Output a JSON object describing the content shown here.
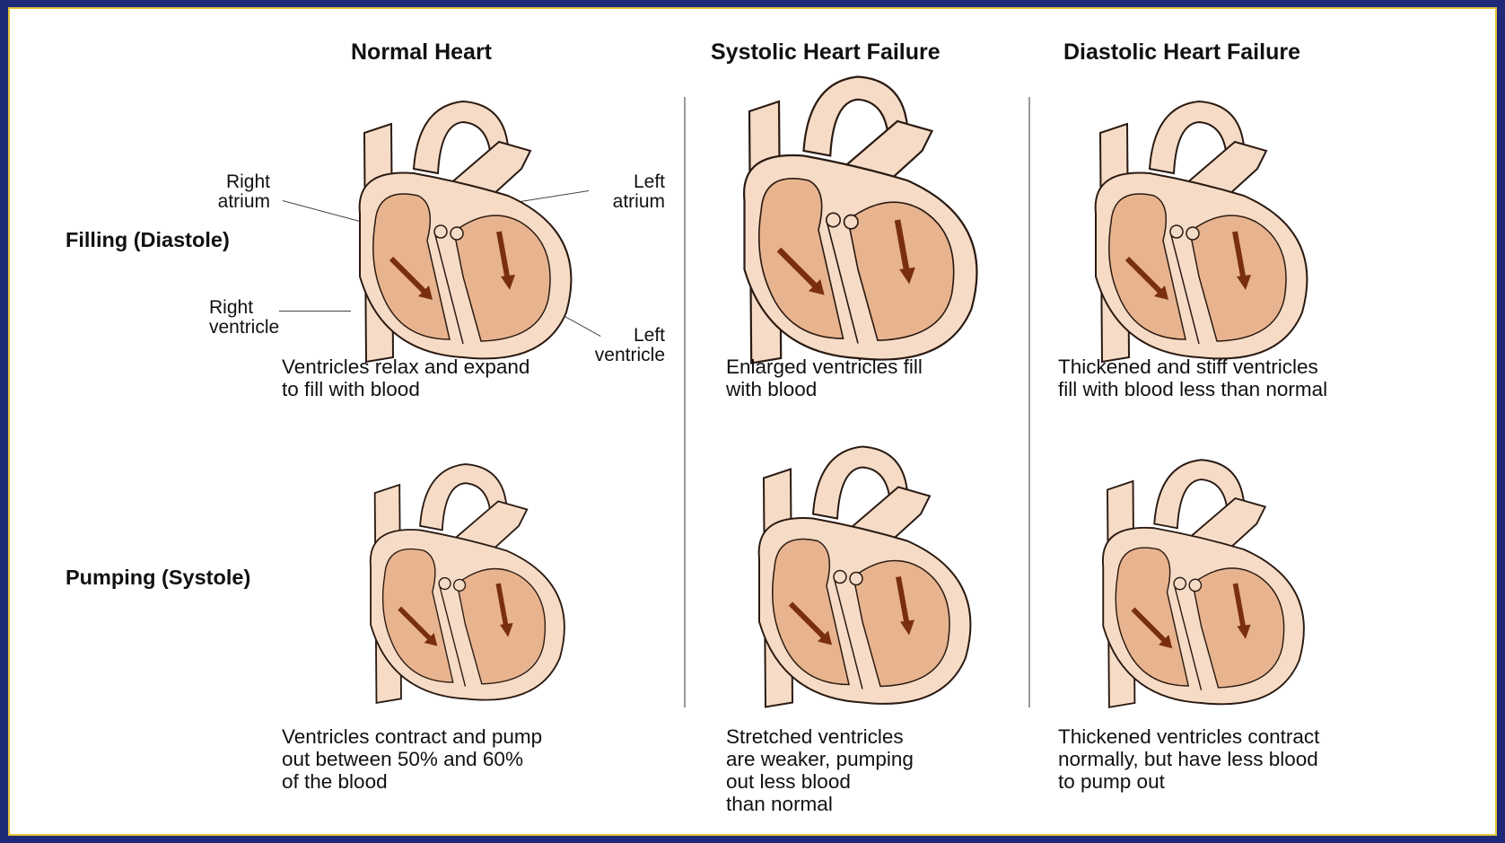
{
  "columns": {
    "normal": "Normal Heart",
    "systolic": "Systolic Heart Failure",
    "diastolic": "Diastolic Heart Failure"
  },
  "rows": {
    "filling": "Filling (Diastole)",
    "pumping": "Pumping (Systole)"
  },
  "labels": {
    "right_atrium": "Right\natrium",
    "left_atrium": "Left\natrium",
    "right_ventricle": "Right\nventricle",
    "left_ventricle": "Left\nventricle"
  },
  "captions": {
    "normal_filling": "Ventricles relax and expand\nto fill with blood",
    "systolic_filling": "Enlarged ventricles fill\nwith blood",
    "diastolic_filling": "Thickened and stiff ventricles\nfill with blood less than normal",
    "normal_pumping": "Ventricles contract and pump\nout between 50% and 60%\nof the blood",
    "systolic_pumping": "Stretched ventricles\nare weaker, pumping\nout less blood\nthan normal",
    "diastolic_pumping": "Thickened ventricles contract\nnormally, but have less blood\nto pump out"
  },
  "colors": {
    "border": "#1e2a78",
    "border_trim": "#e3c233",
    "chamber": "#e8b48f",
    "wall": "#f6dcc6",
    "arrow": "#7a2e10"
  }
}
